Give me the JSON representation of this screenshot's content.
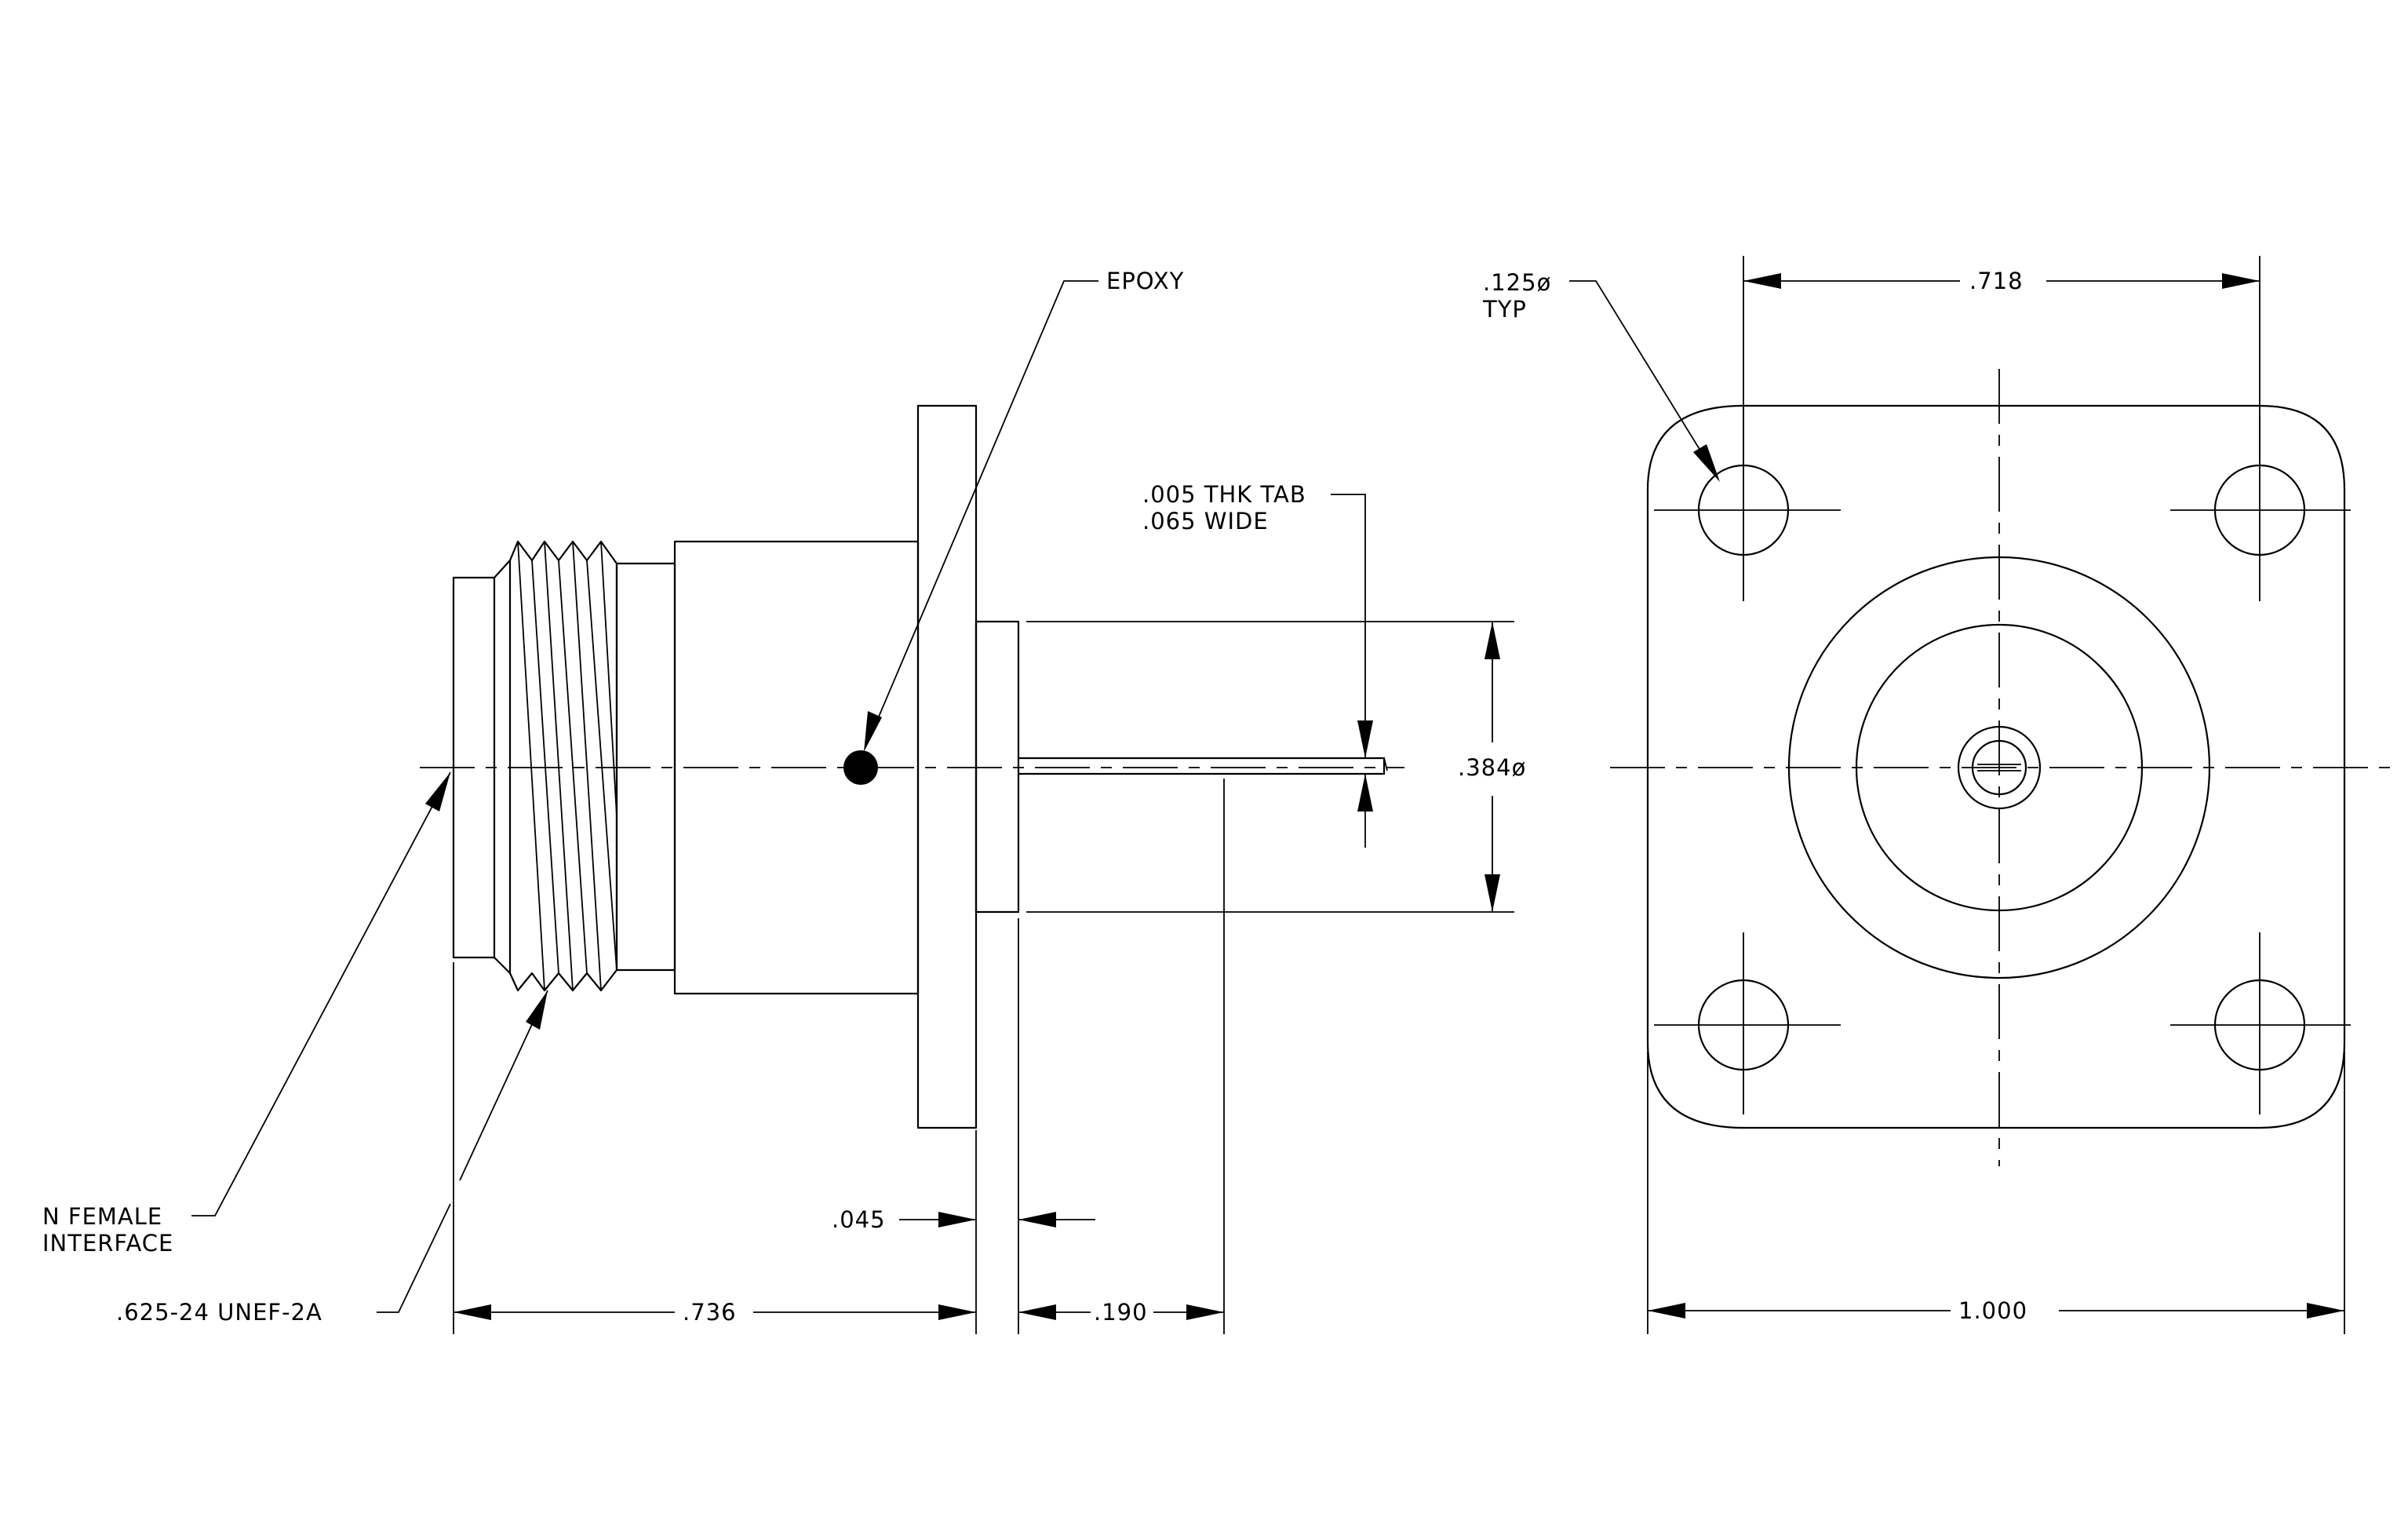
{
  "labels": {
    "epoxy": "EPOXY",
    "tab_thickness": ".005 THK TAB",
    "tab_width": ".065 WIDE",
    "pin_diameter": ".384ø",
    "hole_diameter": ".125ø",
    "hole_typ": "TYP",
    "hole_spacing": ".718",
    "flange_width": "1.000",
    "interface_line1": "N FEMALE",
    "interface_line2": "INTERFACE",
    "thread_spec": ".625-24 UNEF-2A",
    "body_length": ".736",
    "flange_thickness": ".045",
    "pin_length": ".190"
  }
}
